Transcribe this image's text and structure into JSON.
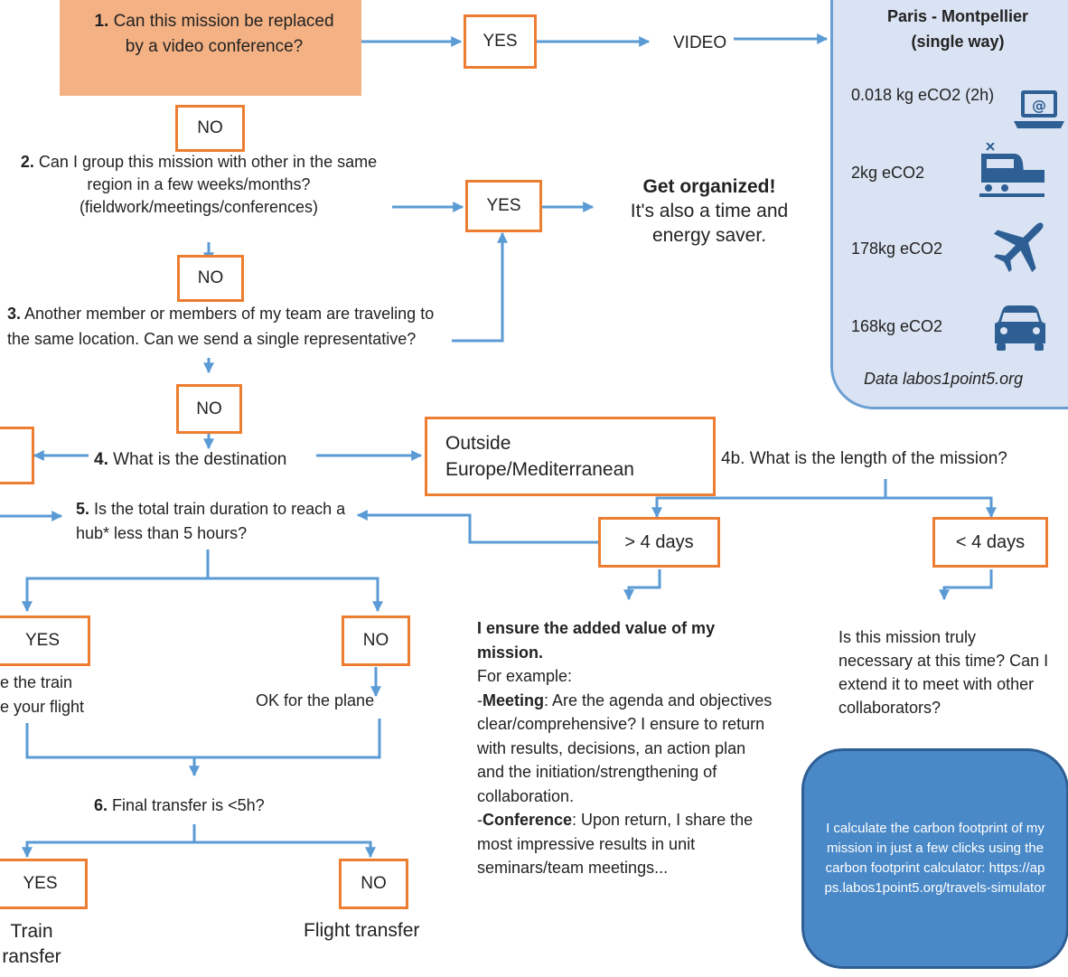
{
  "q1": {
    "num": "1.",
    "text": "Can this mission be replaced by a video conference?"
  },
  "yes_label": "YES",
  "no_label": "NO",
  "video_label": "VIDEO",
  "q2": {
    "num": "2.",
    "text": "Can I group this mission with other in the same region in a few weeks/months? (fieldwork/meetings/conferences)"
  },
  "get_organized": {
    "title": "Get organized!",
    "text": "It's also a time and energy saver."
  },
  "q3": {
    "num": "3.",
    "text": "Another member or members of my team are traveling to the same location. Can we send a single representative?"
  },
  "q4": {
    "num": "4.",
    "text": "What is the destination"
  },
  "outside": "Outside Europe/Mediterranean",
  "q4b": "4b. What is the length of the mission?",
  "more4": "> 4 days",
  "less4": "< 4 days",
  "q5": {
    "num": "5.",
    "text": "Is the total train duration to reach a hub* less than 5 hours?"
  },
  "train_flight": "e the train\ne your flight",
  "ok_plane": "OK for the plane",
  "q6": {
    "num": "6.",
    "text": "Final transfer is <5h?"
  },
  "train_transfer": "Train\nransfer",
  "flight_transfer": "Flight transfer",
  "added_value": {
    "title": "I ensure the added value of my mission.",
    "example": "For example:",
    "meeting_label": "Meeting",
    "meeting_text": ": Are the agenda and objectives clear/comprehensive? I ensure to return with results, decisions, an action plan and the initiation/strengthening of collaboration.",
    "conference_label": "Conference",
    "conference_text": ": Upon return, I share the most impressive results in unit seminars/team meetings..."
  },
  "necessary": "Is this mission truly necessary at this time? Can I extend it to meet with other collaborators?",
  "calculator": "I calculate the carbon footprint of my mission in just a few clicks using the carbon footprint calculator: https://apps.labos1point5.org/travels-simulator",
  "panel": {
    "title": "Paris - Montpellier (single way)",
    "rows": [
      {
        "value": "0.018 kg eCO2 (2h)",
        "icon": "laptop-icon"
      },
      {
        "value": "2kg eCO2",
        "icon": "train-icon"
      },
      {
        "value": "178kg eCO2",
        "icon": "plane-icon"
      },
      {
        "value": "168kg eCO2",
        "icon": "car-icon"
      }
    ],
    "source": "Data  labos1point5.org"
  },
  "colors": {
    "orange": "#ed7d31",
    "fill_orange": "#f4b183",
    "blue": "#5b9bd5",
    "panel_bg": "#dae3f3",
    "calc_bg": "#4a89c8"
  }
}
